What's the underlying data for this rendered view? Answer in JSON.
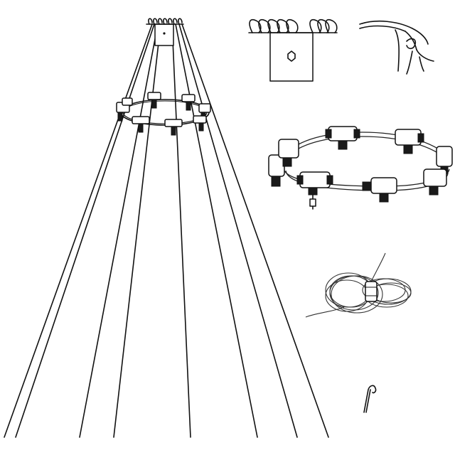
{
  "figure": {
    "kind": "assembly-illustration",
    "components": [
      {
        "name": "light-tree-overview"
      },
      {
        "name": "top-bracket-with-hooks"
      },
      {
        "name": "cable-hook-detail"
      },
      {
        "name": "connector-ring"
      },
      {
        "name": "coiled-extension-cable"
      },
      {
        "name": "ground-peg"
      }
    ],
    "colors": {
      "line": "#111111",
      "background": "#ffffff"
    }
  }
}
